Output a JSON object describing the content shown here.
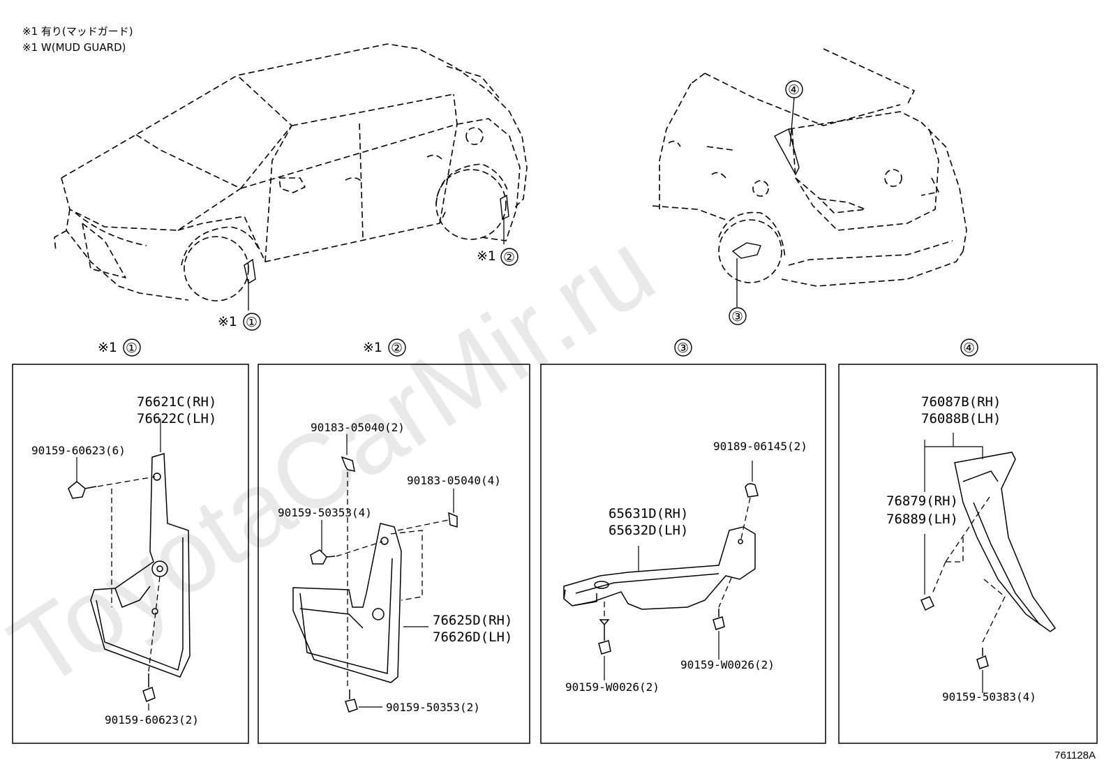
{
  "notes": [
    "※1 有り(マッドガード)",
    "※1 W(MUD GUARD)"
  ],
  "watermark": "ToyotaCarMir.ru",
  "ref_code": "761128A",
  "callouts": {
    "front_1": "①",
    "front_2": "②",
    "rear_3": "③",
    "rear_4": "④",
    "mark_star": "※1"
  },
  "panels": [
    {
      "header_mark": "※1",
      "header_num": "①",
      "main_part": [
        "76621C(RH)",
        "76622C(LH)"
      ],
      "fasteners": [
        "90159-60623(6)",
        "90159-60623(2)"
      ]
    },
    {
      "header_mark": "※1",
      "header_num": "②",
      "main_part": [
        "76625D(RH)",
        "76626D(LH)"
      ],
      "fasteners": [
        "90183-05040(2)",
        "90183-05040(4)",
        "90159-50353(4)",
        "90159-50353(2)"
      ]
    },
    {
      "header_mark": "",
      "header_num": "③",
      "main_part": [
        "65631D(RH)",
        "65632D(LH)"
      ],
      "fasteners": [
        "90189-06145(2)",
        "90159-W0026(2)",
        "90159-W0026(2)"
      ]
    },
    {
      "header_mark": "",
      "header_num": "④",
      "main_part": [
        "76087B(RH)",
        "76088B(LH)"
      ],
      "sub_part": [
        "76879(RH)",
        "76889(LH)"
      ],
      "fasteners": [
        "90159-50383(4)"
      ]
    }
  ]
}
